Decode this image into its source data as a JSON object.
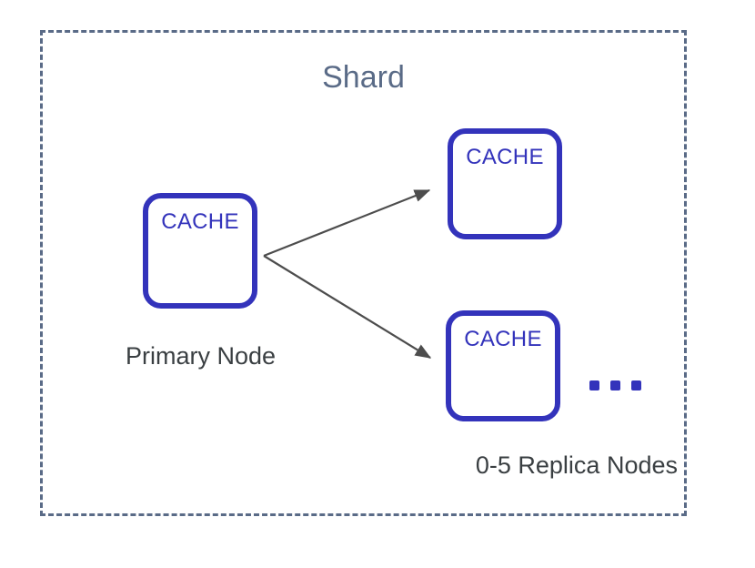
{
  "diagram": {
    "title": "Shard",
    "container_style": "dashed",
    "colors": {
      "node_border": "#3333bb",
      "node_text": "#3333bb",
      "container_border": "#5a6b87",
      "title_text": "#5a6b87",
      "label_text": "#3a3f42",
      "arrow": "#4d4d4d",
      "background": "#ffffff"
    },
    "nodes": [
      {
        "id": "primary",
        "label": "CACHE",
        "role": "Primary Node"
      },
      {
        "id": "replica-1",
        "label": "CACHE",
        "role": "Replica Node"
      },
      {
        "id": "replica-2",
        "label": "CACHE",
        "role": "Replica Node"
      }
    ],
    "labels": {
      "primary": "Primary Node",
      "replicas": "0-5 Replica Nodes"
    },
    "ellipsis": {
      "dot_count": 3,
      "meaning": "more replica nodes"
    },
    "connections": [
      {
        "from": "primary",
        "to": "replica-1",
        "arrow": "single"
      },
      {
        "from": "primary",
        "to": "replica-2",
        "arrow": "single"
      }
    ]
  }
}
